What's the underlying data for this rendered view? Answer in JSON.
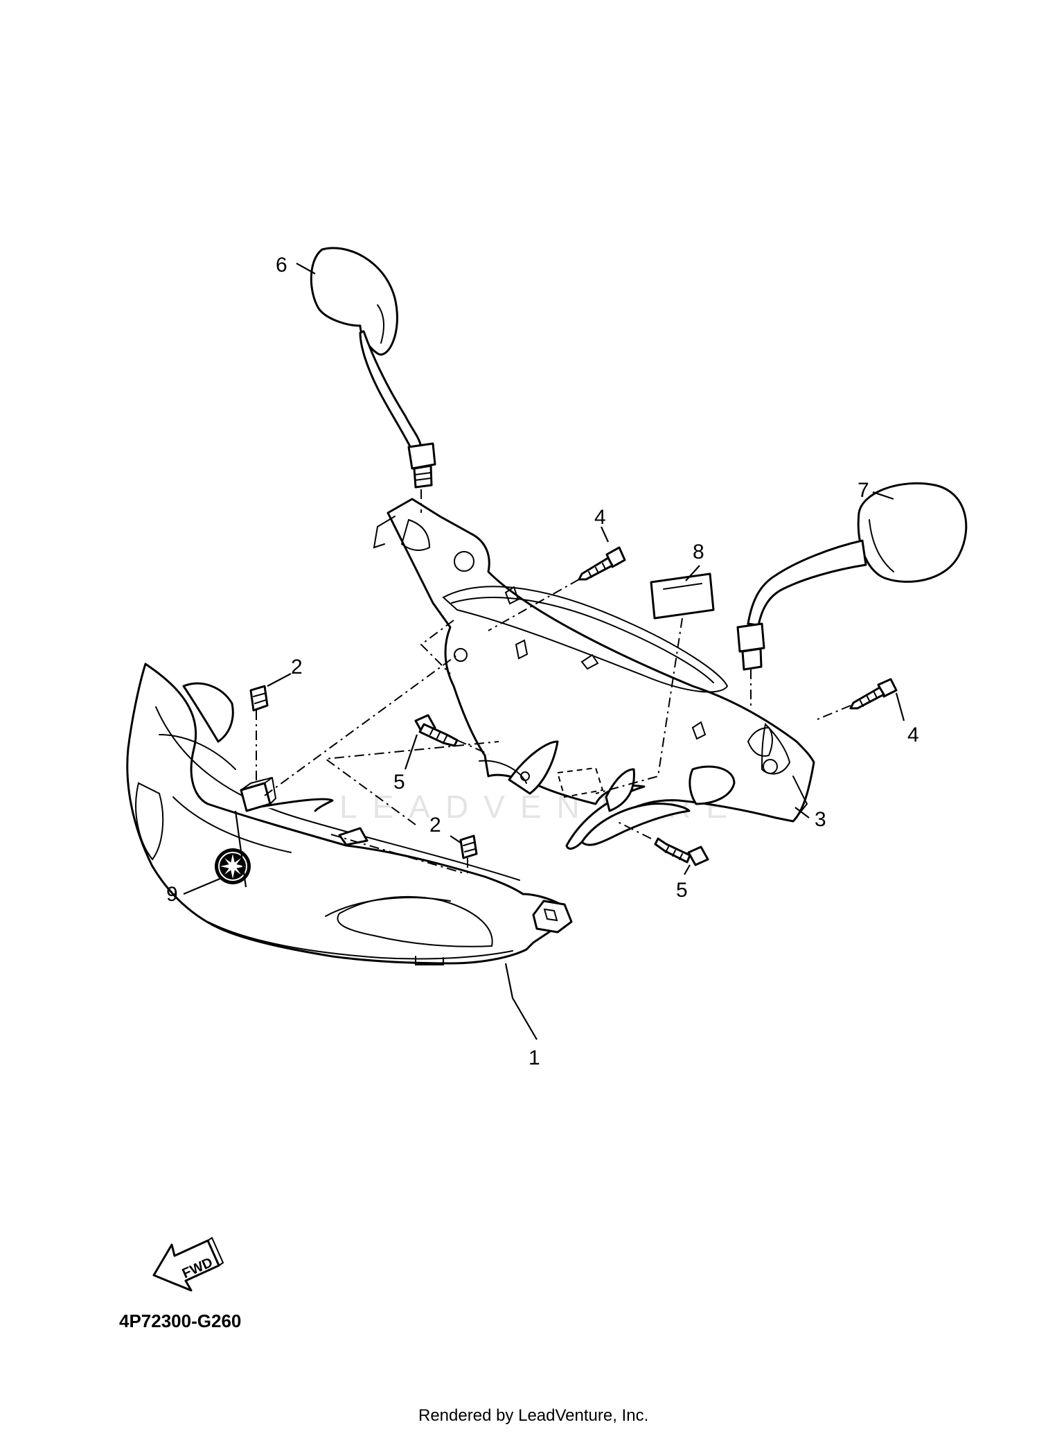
{
  "callouts": {
    "c1": "1",
    "c2a": "2",
    "c2b": "2",
    "c3": "3",
    "c4a": "4",
    "c4b": "4",
    "c5a": "5",
    "c5b": "5",
    "c6": "6",
    "c7": "7",
    "c8": "8",
    "c9": "9"
  },
  "fwd_label": "FWD",
  "diagram_code": "4P72300-G260",
  "watermark": "LEADVENTURE",
  "footer": "Rendered by LeadVenture, Inc."
}
